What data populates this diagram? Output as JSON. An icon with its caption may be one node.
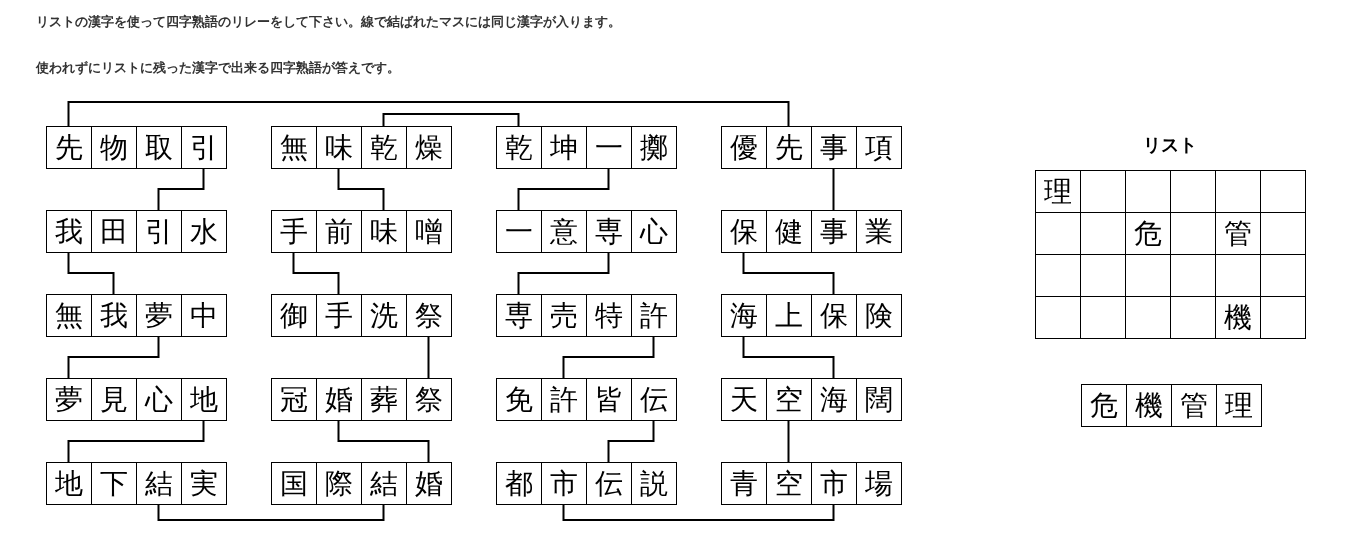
{
  "diagram": {
    "nodes": [
      {
        "text": [
          "先"
        ]
      },
      {
        "text": [
          "物"
        ]
      },
      {
        "text": [
          "取"
        ]
      },
      {
        "text": [
          "引"
        ]
      },
      {
        "text": [
          "無"
        ]
      },
      {
        "text": [
          "味"
        ]
      },
      {
        "text": [
          "乾"
        ]
      },
      {
        "text": [
          "燥"
        ]
      },
      {
        "text": [
          "乾"
        ]
      },
      {
        "text": [
          "坤"
        ]
      },
      {
        "text": [
          "一"
        ]
      },
      {
        "text": [
          "擲"
        ]
      },
      {
        "text": [
          "優"
        ]
      },
      {
        "text": [
          "先"
        ]
      },
      {
        "text": [
          "事"
        ]
      },
      {
        "text": [
          "項"
        ]
      },
      {
        "text": [
          "我"
        ]
      },
      {
        "text": [
          "田"
        ]
      },
      {
        "text": [
          "引"
        ]
      },
      {
        "text": [
          "水"
        ]
      },
      {
        "text": [
          "手"
        ]
      },
      {
        "text": [
          "前"
        ]
      },
      {
        "text": [
          "味"
        ]
      },
      {
        "text": [
          "噌"
        ]
      },
      {
        "text": [
          "一"
        ]
      },
      {
        "text": [
          "意"
        ]
      },
      {
        "text": [
          "専"
        ]
      },
      {
        "text": [
          "心"
        ]
      },
      {
        "text": [
          "保"
        ]
      },
      {
        "text": [
          "健"
        ]
      },
      {
        "text": [
          "事"
        ]
      },
      {
        "text": [
          "業"
        ]
      },
      {
        "text": [
          "無"
        ]
      },
      {
        "text": [
          "我"
        ]
      },
      {
        "text": [
          "夢"
        ]
      },
      {
        "text": [
          "中"
        ]
      },
      {
        "text": [
          "御"
        ]
      },
      {
        "text": [
          "手"
        ]
      },
      {
        "text": [
          "洗"
        ]
      },
      {
        "text": [
          "祭"
        ]
      },
      {
        "text": [
          "専"
        ]
      },
      {
        "text": [
          "売"
        ]
      },
      {
        "text": [
          "特"
        ]
      },
      {
        "text": [
          "許"
        ]
      },
      {
        "text": [
          "海"
        ]
      },
      {
        "text": [
          "上"
        ]
      },
      {
        "text": [
          "保"
        ]
      },
      {
        "text": [
          "険"
        ]
      },
      {
        "text": [
          "夢"
        ]
      },
      {
        "text": [
          "見"
        ]
      },
      {
        "text": [
          "心"
        ]
      },
      {
        "text": [
          "地"
        ]
      },
      {
        "text": [
          "冠"
        ]
      },
      {
        "text": [
          "婚"
        ]
      },
      {
        "text": [
          "葬"
        ]
      },
      {
        "text": [
          "祭"
        ]
      },
      {
        "text": [
          "免"
        ]
      },
      {
        "text": [
          "許"
        ]
      },
      {
        "text": [
          "皆"
        ]
      },
      {
        "text": [
          "伝"
        ]
      },
      {
        "text": [
          "天"
        ]
      },
      {
        "text": [
          "空"
        ]
      },
      {
        "text": [
          "海"
        ]
      },
      {
        "text": [
          "闊"
        ]
      },
      {
        "text": [
          "地"
        ]
      },
      {
        "text": [
          "下"
        ]
      },
      {
        "text": [
          "結"
        ]
      },
      {
        "text": [
          "実"
        ]
      },
      {
        "text": [
          "国"
        ]
      },
      {
        "text": [
          "際"
        ]
      },
      {
        "text": [
          "結"
        ]
      },
      {
        "text": [
          "婚"
        ]
      },
      {
        "text": [
          "都"
        ]
      },
      {
        "text": [
          "市"
        ]
      },
      {
        "text": [
          "伝"
        ]
      },
      {
        "text": [
          "説"
        ]
      },
      {
        "text": [
          "青"
        ]
      },
      {
        "text": [
          "空"
        ]
      },
      {
        "text": [
          "市"
        ]
      },
      {
        "text": [
          "場"
        ]
      },
      {
        "text": [
          "危"
        ]
      },
      {
        "text": [
          "機"
        ]
      },
      {
        "text": [
          "管"
        ]
      },
      {
        "text": [
          "理"
        ]
      }
    ],
    "edges": [
      {
        "from": 0,
        "to": 13,
        "arrow": "none"
      },
      {
        "from": 6,
        "to": 8,
        "arrow": "none"
      },
      {
        "from": 3,
        "to": 18,
        "arrow": "none"
      },
      {
        "from": 5,
        "to": 22,
        "arrow": "none"
      },
      {
        "from": 10,
        "to": 24,
        "arrow": "none"
      },
      {
        "from": 14,
        "to": 30,
        "arrow": "none"
      },
      {
        "from": 16,
        "to": 33,
        "arrow": "none"
      },
      {
        "from": 20,
        "to": 37,
        "arrow": "none"
      },
      {
        "from": 26,
        "to": 40,
        "arrow": "none"
      },
      {
        "from": 28,
        "to": 46,
        "arrow": "none"
      },
      {
        "from": 34,
        "to": 48,
        "arrow": "none"
      },
      {
        "from": 39,
        "to": 55,
        "arrow": "none"
      },
      {
        "from": 43,
        "to": 57,
        "arrow": "none"
      },
      {
        "from": 44,
        "to": 62,
        "arrow": "none"
      },
      {
        "from": 51,
        "to": 64,
        "arrow": "none"
      },
      {
        "from": 53,
        "to": 71,
        "arrow": "none"
      },
      {
        "from": 59,
        "to": 74,
        "arrow": "none"
      },
      {
        "from": 61,
        "to": 77,
        "arrow": "none"
      },
      {
        "from": 66,
        "to": 70,
        "arrow": "none"
      },
      {
        "from": 73,
        "to": 78,
        "arrow": "none"
      }
    ],
    "labels": [
      "リストの漢字を使って四字熟語のリレーをして下さい。線で結ばれたマスには同じ漢字が入ります。",
      "使われずにリストに残った漢字で出来る四字熟語が答えです。",
      "リスト",
      "理",
      "危",
      "管",
      "機"
    ]
  }
}
